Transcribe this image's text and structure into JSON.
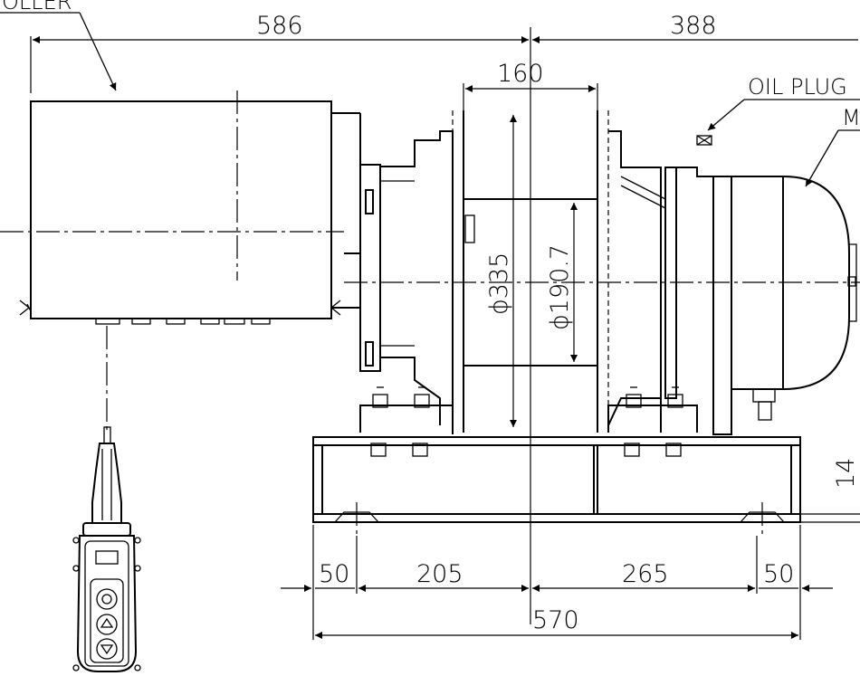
{
  "labels": {
    "controller": "OLLER",
    "oil_plug": "OIL PLUG",
    "motor": "M"
  },
  "dimensions": {
    "overall_left": "586",
    "overall_right": "388",
    "drum_width": "160",
    "drum_flange_dia": "ϕ335",
    "drum_dia": "ϕ190.7",
    "base_height": "14",
    "foot_left": "50",
    "bolt_left": "205",
    "bolt_right": "265",
    "foot_right": "50",
    "base_length": "570"
  }
}
